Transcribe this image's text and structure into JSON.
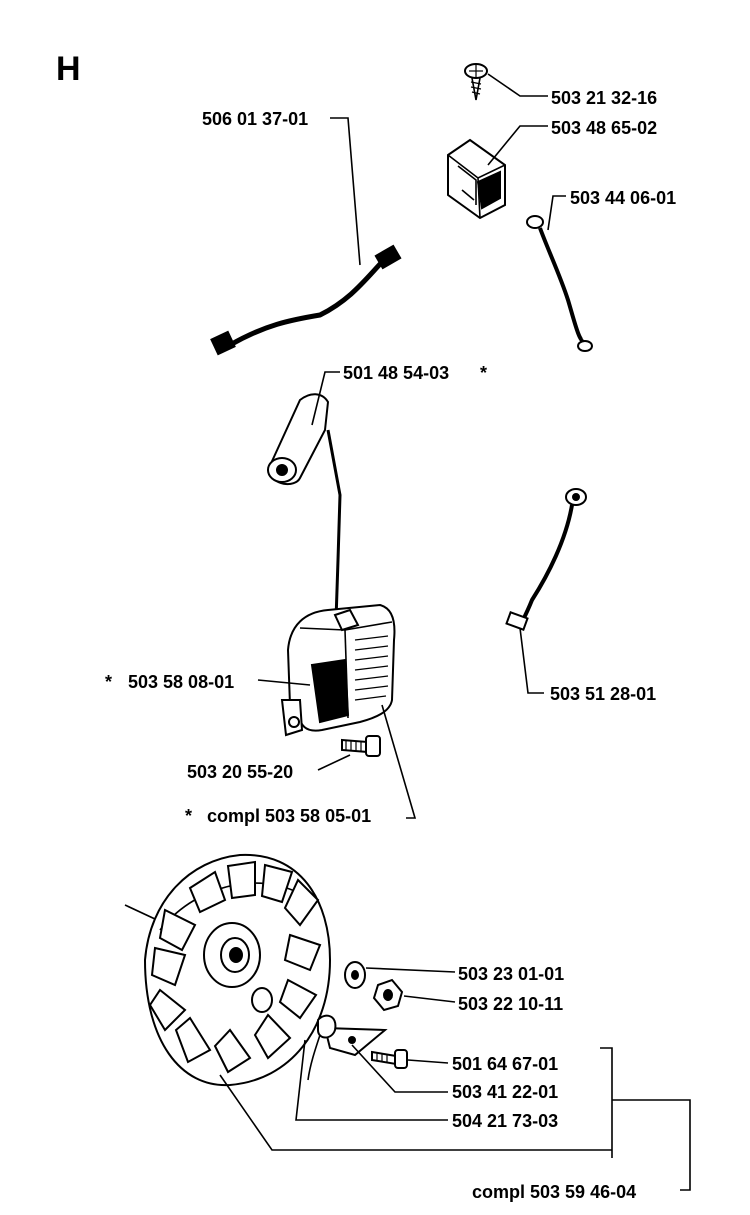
{
  "section_letter": "H",
  "part_numbers": {
    "screw_top": "503 21 32-16",
    "cover": "503 48 65-02",
    "wire_short": "503 44 06-01",
    "cable": "506 01 37-01",
    "hv_lead": "501 48 54-03",
    "hv_lead_mark": "*",
    "coil_module": "503 58 08-01",
    "coil_module_mark": "*",
    "ground_wire": "503 51 28-01",
    "coil_screw": "503 20 55-20",
    "ignition_compl": "compl 503 58 05-01",
    "ignition_compl_mark": "*",
    "washer": "503 23 01-01",
    "nut": "503 22 10-11",
    "pawl_screw": "501 64 67-01",
    "pawl": "503 41 22-01",
    "spring": "504 21 73-03",
    "flywheel_compl": "compl 503 59 46-04"
  }
}
